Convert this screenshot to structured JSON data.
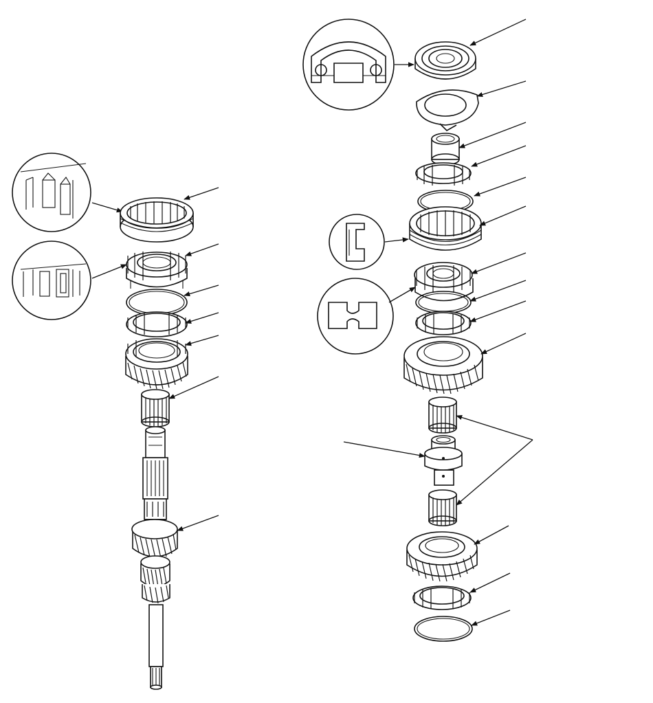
{
  "diagram": {
    "type": "exploded-view",
    "subject_icons": [
      "mainshaft-assembly-icon",
      "countershaft-assembly-icon"
    ],
    "detail_views": [
      "sleeve-spline-detail",
      "hub-spline-detail",
      "bearing-section-detail",
      "synchro-sleeve-section-detail",
      "synchro-hub-section-detail"
    ],
    "callout_labels": [],
    "colors": {
      "line": "#111111",
      "background": "#ffffff"
    }
  }
}
